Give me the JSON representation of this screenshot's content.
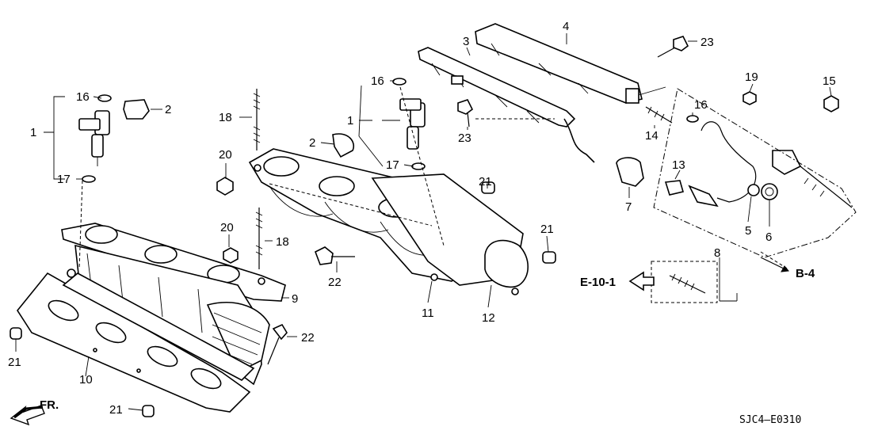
{
  "diagram": {
    "callouts": [
      {
        "id": "c16a",
        "text": "16"
      },
      {
        "id": "c2a",
        "text": "2"
      },
      {
        "id": "c1a",
        "text": "1"
      },
      {
        "id": "c17a",
        "text": "17"
      },
      {
        "id": "c18a",
        "text": "18"
      },
      {
        "id": "c20a",
        "text": "20"
      },
      {
        "id": "c2b",
        "text": "2"
      },
      {
        "id": "c16b",
        "text": "16"
      },
      {
        "id": "c1b",
        "text": "1"
      },
      {
        "id": "c17b",
        "text": "17"
      },
      {
        "id": "c3",
        "text": "3"
      },
      {
        "id": "c4",
        "text": "4"
      },
      {
        "id": "c23a",
        "text": "23"
      },
      {
        "id": "c23b",
        "text": "23"
      },
      {
        "id": "c19",
        "text": "19"
      },
      {
        "id": "c15",
        "text": "15"
      },
      {
        "id": "c16c",
        "text": "16"
      },
      {
        "id": "c14",
        "text": "14"
      },
      {
        "id": "c13",
        "text": "13"
      },
      {
        "id": "c7",
        "text": "7"
      },
      {
        "id": "c21a",
        "text": "21"
      },
      {
        "id": "c21b",
        "text": "21"
      },
      {
        "id": "c20b",
        "text": "20"
      },
      {
        "id": "c18b",
        "text": "18"
      },
      {
        "id": "c9",
        "text": "9"
      },
      {
        "id": "c22a",
        "text": "22"
      },
      {
        "id": "c11",
        "text": "11"
      },
      {
        "id": "c12",
        "text": "12"
      },
      {
        "id": "c5",
        "text": "5"
      },
      {
        "id": "c6",
        "text": "6"
      },
      {
        "id": "c8",
        "text": "8"
      },
      {
        "id": "c22b",
        "text": "22"
      },
      {
        "id": "c21c",
        "text": "21"
      },
      {
        "id": "c10",
        "text": "10"
      },
      {
        "id": "c21d",
        "text": "21"
      }
    ],
    "references": {
      "e10": "E-10-1",
      "b4": "B-4",
      "front": "FR."
    },
    "diagram_code": "SJC4–E0310"
  }
}
